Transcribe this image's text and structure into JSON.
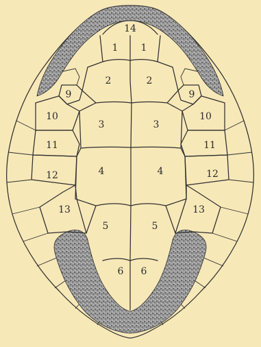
{
  "figure": {
    "plate_labels": [
      {
        "id": "14",
        "text": "14"
      },
      {
        "id": "1L",
        "text": "1"
      },
      {
        "id": "1R",
        "text": "1"
      },
      {
        "id": "2L",
        "text": "2"
      },
      {
        "id": "2R",
        "text": "2"
      },
      {
        "id": "9L",
        "text": "9"
      },
      {
        "id": "9R",
        "text": "9"
      },
      {
        "id": "10L",
        "text": "10"
      },
      {
        "id": "10R",
        "text": "10"
      },
      {
        "id": "3L",
        "text": "3"
      },
      {
        "id": "3R",
        "text": "3"
      },
      {
        "id": "11L",
        "text": "11"
      },
      {
        "id": "11R",
        "text": "11"
      },
      {
        "id": "12L",
        "text": "12"
      },
      {
        "id": "12R",
        "text": "12"
      },
      {
        "id": "4L",
        "text": "4"
      },
      {
        "id": "4R",
        "text": "4"
      },
      {
        "id": "13L",
        "text": "13"
      },
      {
        "id": "13R",
        "text": "13"
      },
      {
        "id": "5L",
        "text": "5"
      },
      {
        "id": "5R",
        "text": "5"
      },
      {
        "id": "6L",
        "text": "6"
      },
      {
        "id": "6R",
        "text": "6"
      }
    ],
    "colors": {
      "background": "#f7e8b8",
      "ink": "#2f2f2f",
      "shading": "#6a6a6a"
    }
  }
}
